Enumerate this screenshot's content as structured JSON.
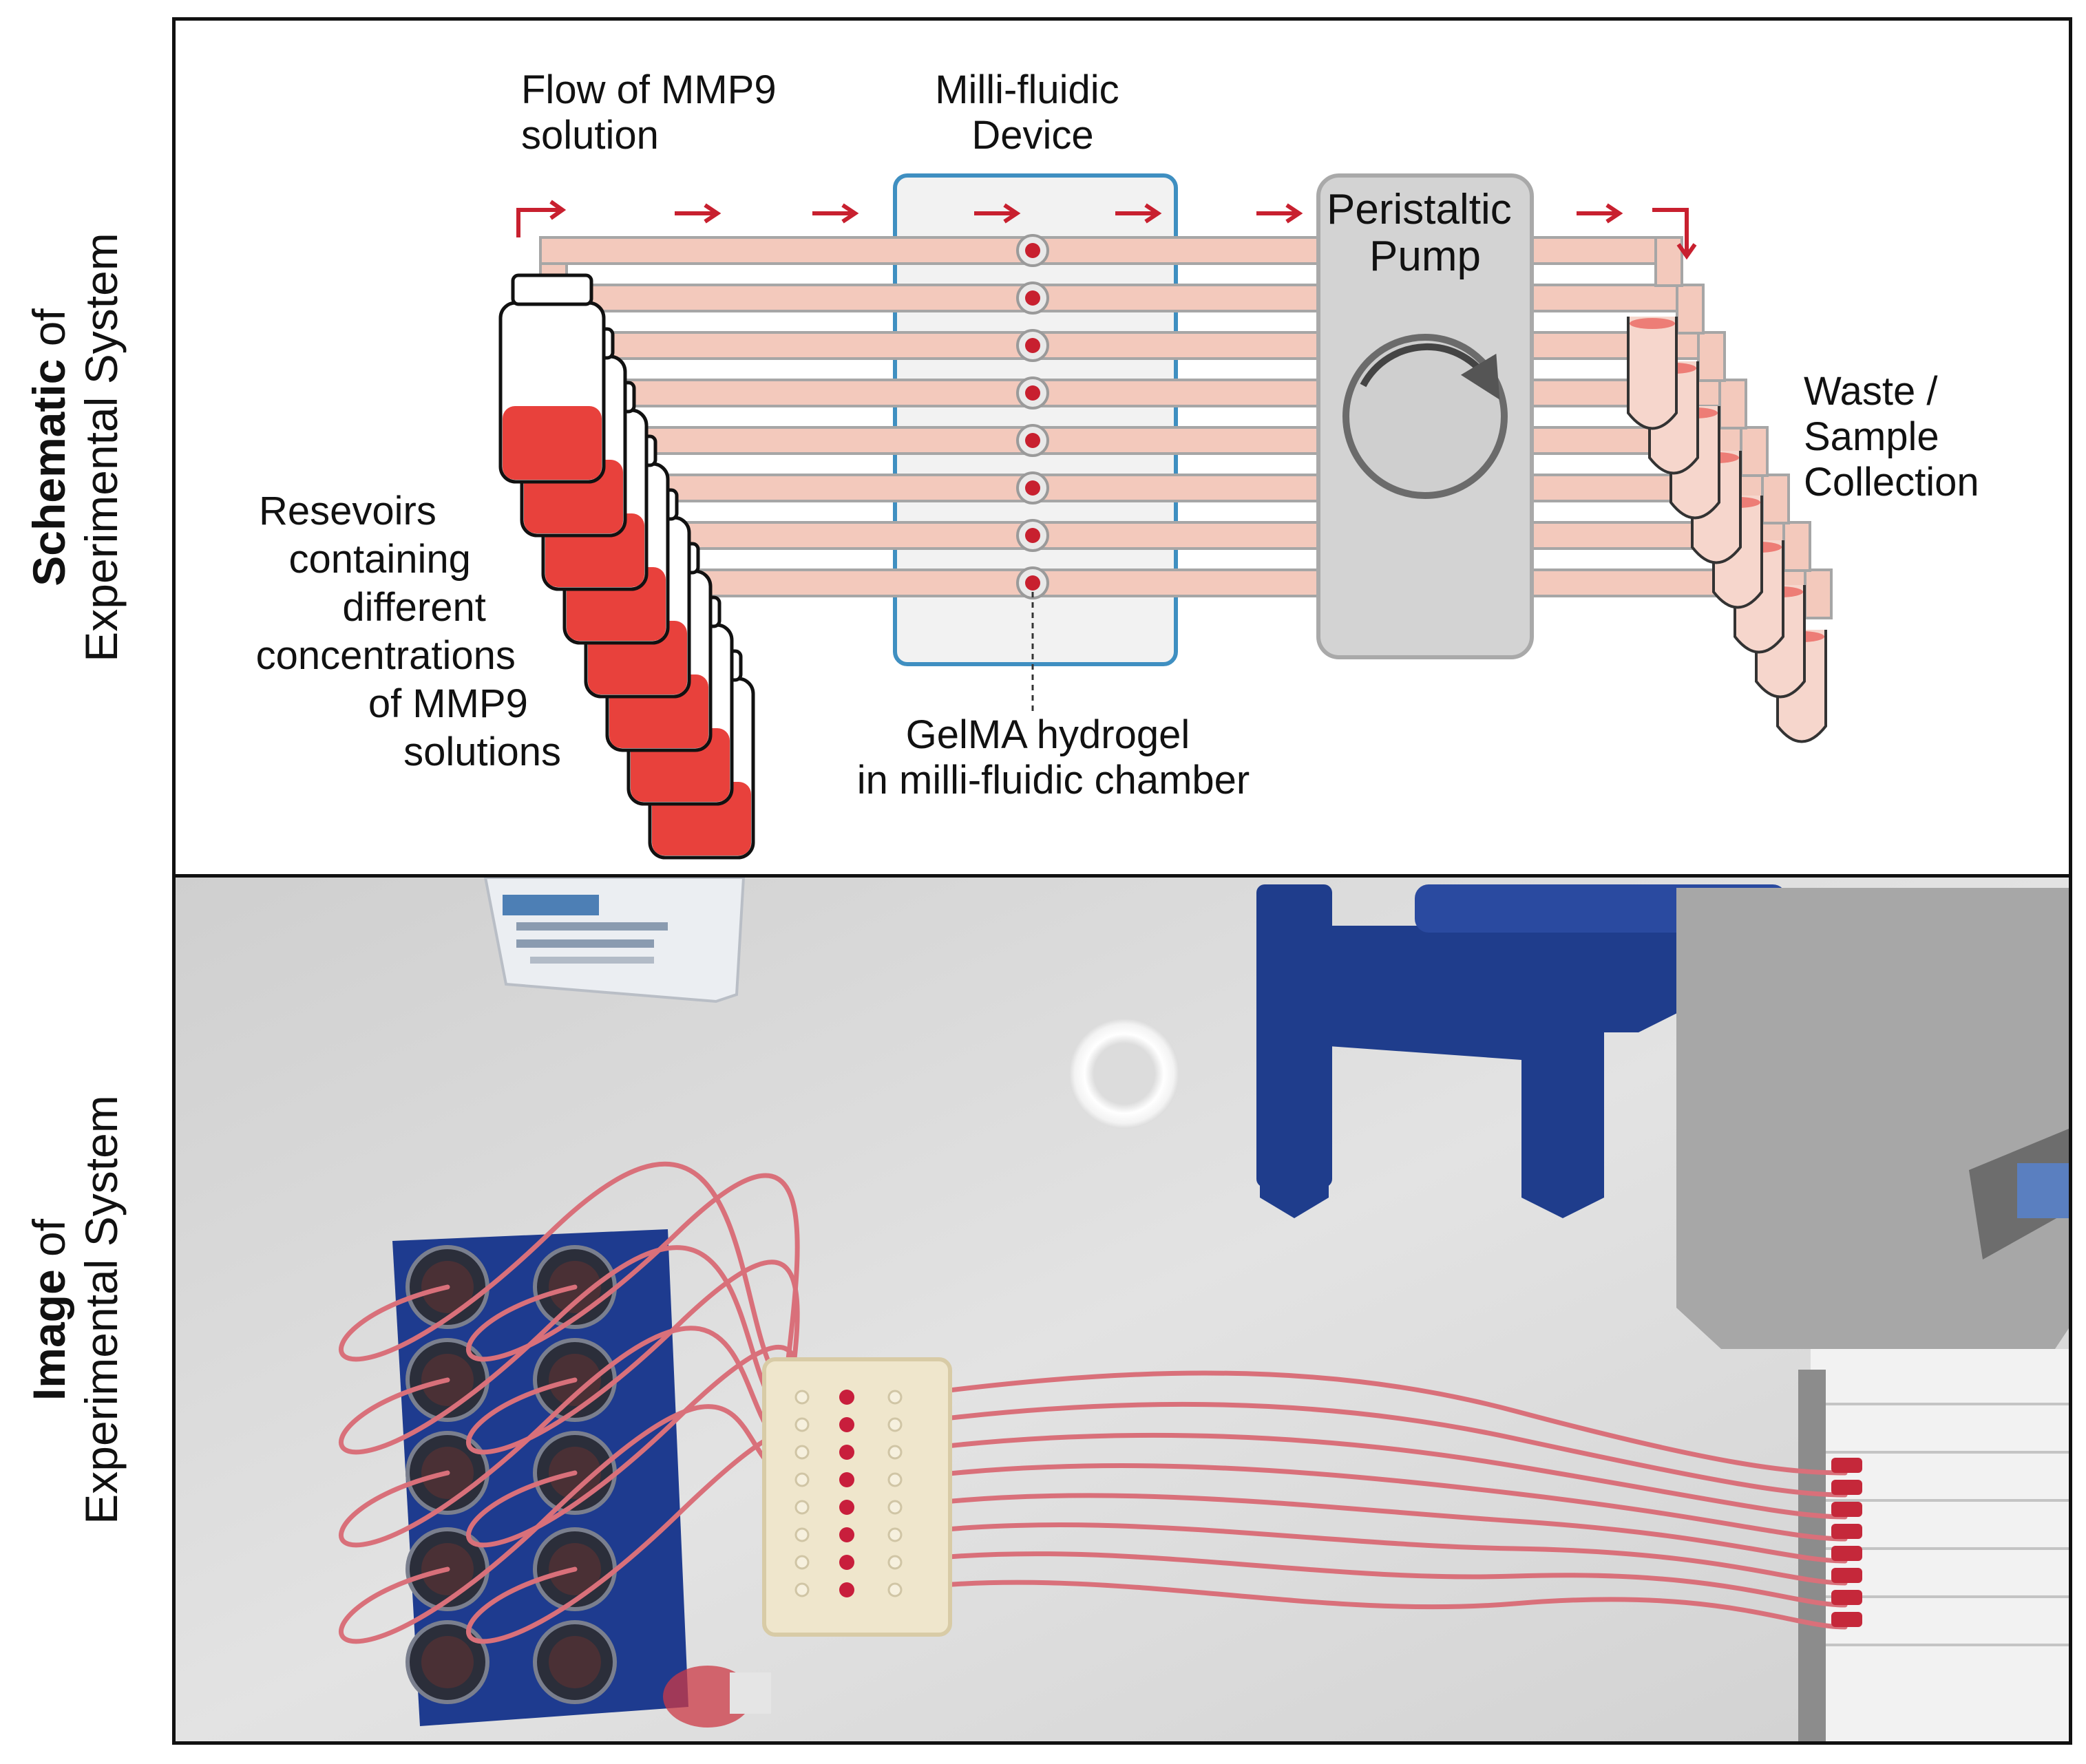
{
  "side_labels": {
    "schematic": {
      "bold": "Schematic",
      "rest": " of",
      "line2": "Experimental System"
    },
    "image": {
      "bold": "Image",
      "rest": " of",
      "line2": "Experimental System"
    }
  },
  "schematic": {
    "flow_label": [
      "Flow of MMP9",
      "solution"
    ],
    "device_label": [
      "Milli-fluidic",
      "Device"
    ],
    "pump_label": [
      "Peristaltic",
      "Pump"
    ],
    "waste_label": [
      "Waste /",
      "Sample",
      "Collection"
    ],
    "reservoir_label": [
      "Resevoirs",
      "containing",
      "different",
      "concentrations",
      "of MMP9",
      "solutions"
    ],
    "hydrogel_label": [
      "GelMA hydrogel",
      "in milli-fluidic chamber"
    ],
    "channel_count": 8,
    "colors": {
      "tube_fill": "#f3c9bc",
      "tube_stroke": "#a6a6a6",
      "flow_arrow": "#c8202f",
      "liquid": "#e8413c",
      "device_fill": "#f2f2f2",
      "device_stroke": "#3f8fc1",
      "pump_fill": "#d3d3d3",
      "pump_stroke": "#a9a9a9"
    },
    "icons": [
      "flow-arrow-icon",
      "pump-rotation-icon",
      "reservoir-bottle-icon",
      "collection-tube-icon",
      "hydrogel-dot-icon"
    ]
  },
  "photo": {
    "colors": {
      "background": "#dcdcdc",
      "rack": "#1e3b8f",
      "holder": "#1f3d8c",
      "tubing": "#d9707a",
      "chip": "#efe6cc",
      "gel": "#c81e3c",
      "pump_body": "#a9a9a9"
    }
  }
}
